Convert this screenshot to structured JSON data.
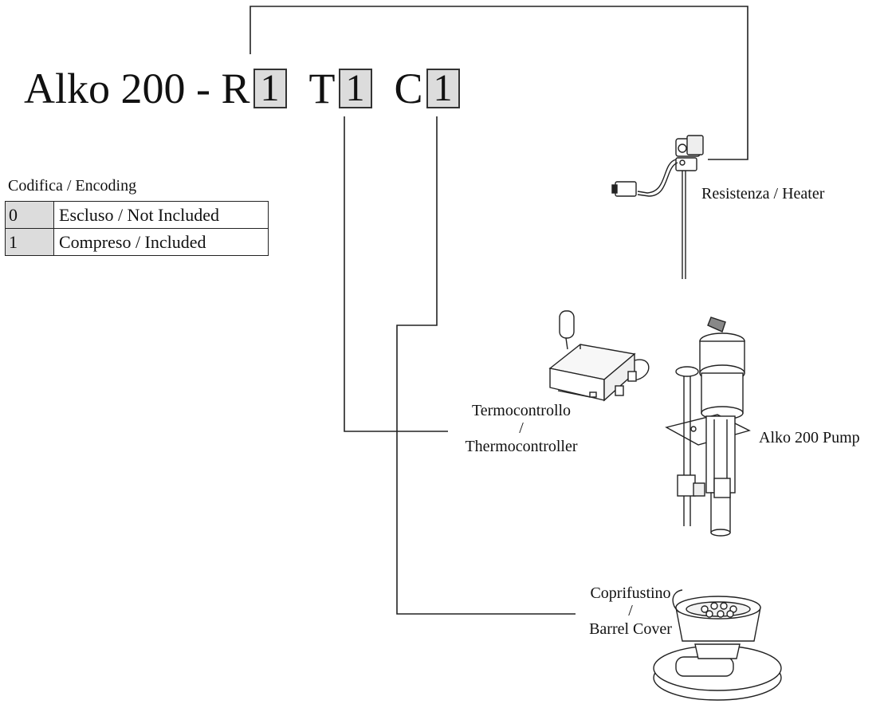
{
  "code": {
    "prefix": "Alko 200 - R",
    "r_value": "1",
    "t_letter": "T",
    "t_value": "1",
    "c_letter": "C",
    "c_value": "1"
  },
  "encoding": {
    "title": "Codifica / Encoding",
    "rows": [
      {
        "value": "0",
        "description": "Escluso / Not Included"
      },
      {
        "value": "1",
        "description": "Compreso / Included"
      }
    ]
  },
  "components": {
    "heater": "Resistenza / Heater",
    "thermo_it": "Termocontrollo",
    "thermo_sep": "/",
    "thermo_en": "Thermocontroller",
    "pump": "Alko 200 Pump",
    "cover_it": "Coprifustino",
    "cover_sep": "/",
    "cover_en": "Barrel Cover"
  },
  "colors": {
    "line": "#222222",
    "box_fill": "#dcdcdc"
  }
}
